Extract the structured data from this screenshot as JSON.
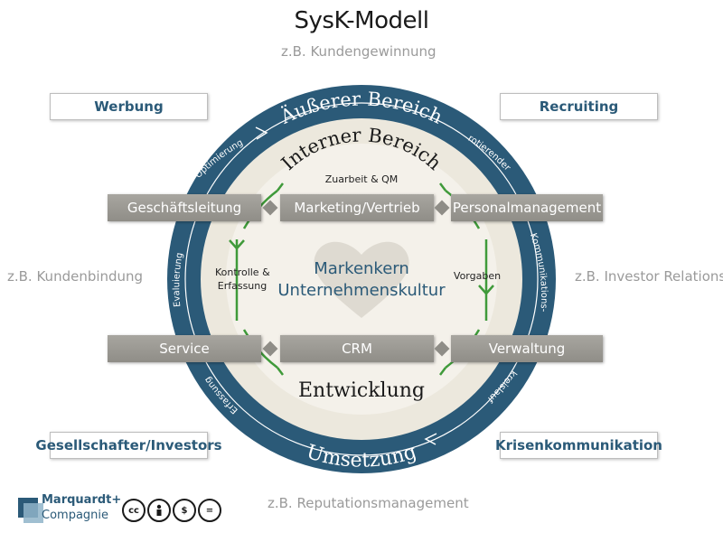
{
  "title": "SysK-Modell",
  "examples": {
    "top": "z.B. Kundengewinnung",
    "left": "z.B. Kundenbindung",
    "right": "z.B. Investor Relations",
    "bottom": "z.B. Reputationsmanagement"
  },
  "corner_boxes": {
    "top_left": "Werbung",
    "top_right": "Recruiting",
    "bottom_left": "Gesellschafter/Investors",
    "bottom_right": "Krisenkommunikation"
  },
  "outer_ring": {
    "top_label": "Äußerer Bereich",
    "bottom_label": "Umsetzung",
    "arc_labels": [
      "Optimierung",
      "rotierender",
      "Kommunikations-",
      "kreislauf",
      "Erfassung",
      "Evaluierung"
    ]
  },
  "inner": {
    "top_label": "Interner Bereich",
    "sub_label": "Zuarbeit & QM",
    "bottom_label": "Entwicklung",
    "left_label_1": "Kontrolle &",
    "left_label_2": "Erfassung",
    "right_label": "Vorgaben"
  },
  "center": {
    "line1": "Markenkern",
    "line2": "Unternehmenskultur"
  },
  "boxes": {
    "top": [
      "Geschäftsleitung",
      "Marketing/Vertrieb",
      "Personalmanagement"
    ],
    "bottom": [
      "Service",
      "CRM",
      "Verwaltung"
    ]
  },
  "logo": {
    "line1": "Marquardt+",
    "line2": "Compagnie"
  },
  "license_icons": [
    "cc",
    "by",
    "nc",
    "nd"
  ],
  "colors": {
    "ring": "#2b5a78",
    "green": "#3f9a3a",
    "box": "#9e9c96",
    "inner_fill": "#ece8dd"
  }
}
